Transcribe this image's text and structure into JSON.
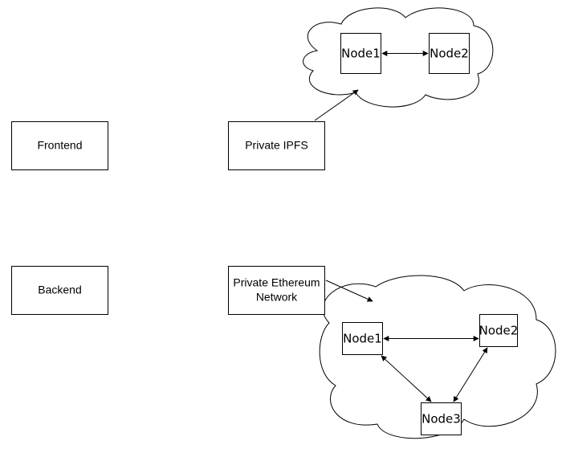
{
  "blocks": {
    "frontend": "Frontend",
    "backend": "Backend",
    "ipfs": "Private IPFS",
    "ethereum_line1": "Private Ethereum",
    "ethereum_line2": "Network"
  },
  "ipfs_cluster": {
    "node1": "Node1",
    "node2": "Node2"
  },
  "ethereum_cluster": {
    "node1": "Node1",
    "node2": "Node2",
    "node3": "Node3"
  }
}
